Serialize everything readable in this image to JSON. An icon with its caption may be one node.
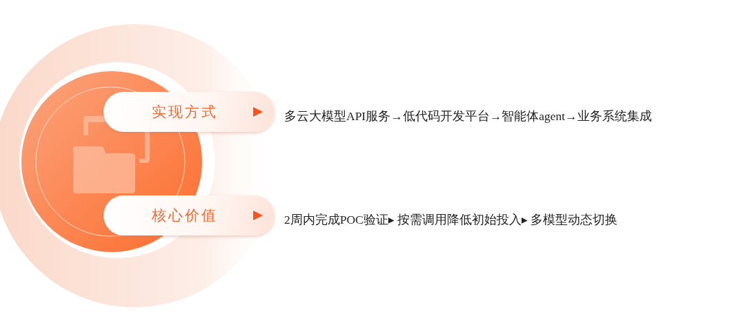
{
  "diagram": {
    "nodes": [
      {
        "text": [
          "实现方式"
        ],
        "beside": [
          "多云大模型API服务→低代码开发平台→智能体agent→业务系统集成"
        ]
      },
      {
        "text": [
          "核心价值"
        ],
        "beside": [
          "2周内完成POC验证▸ 按需调用降低初始投入▸ 多模型动态切换"
        ]
      }
    ]
  }
}
